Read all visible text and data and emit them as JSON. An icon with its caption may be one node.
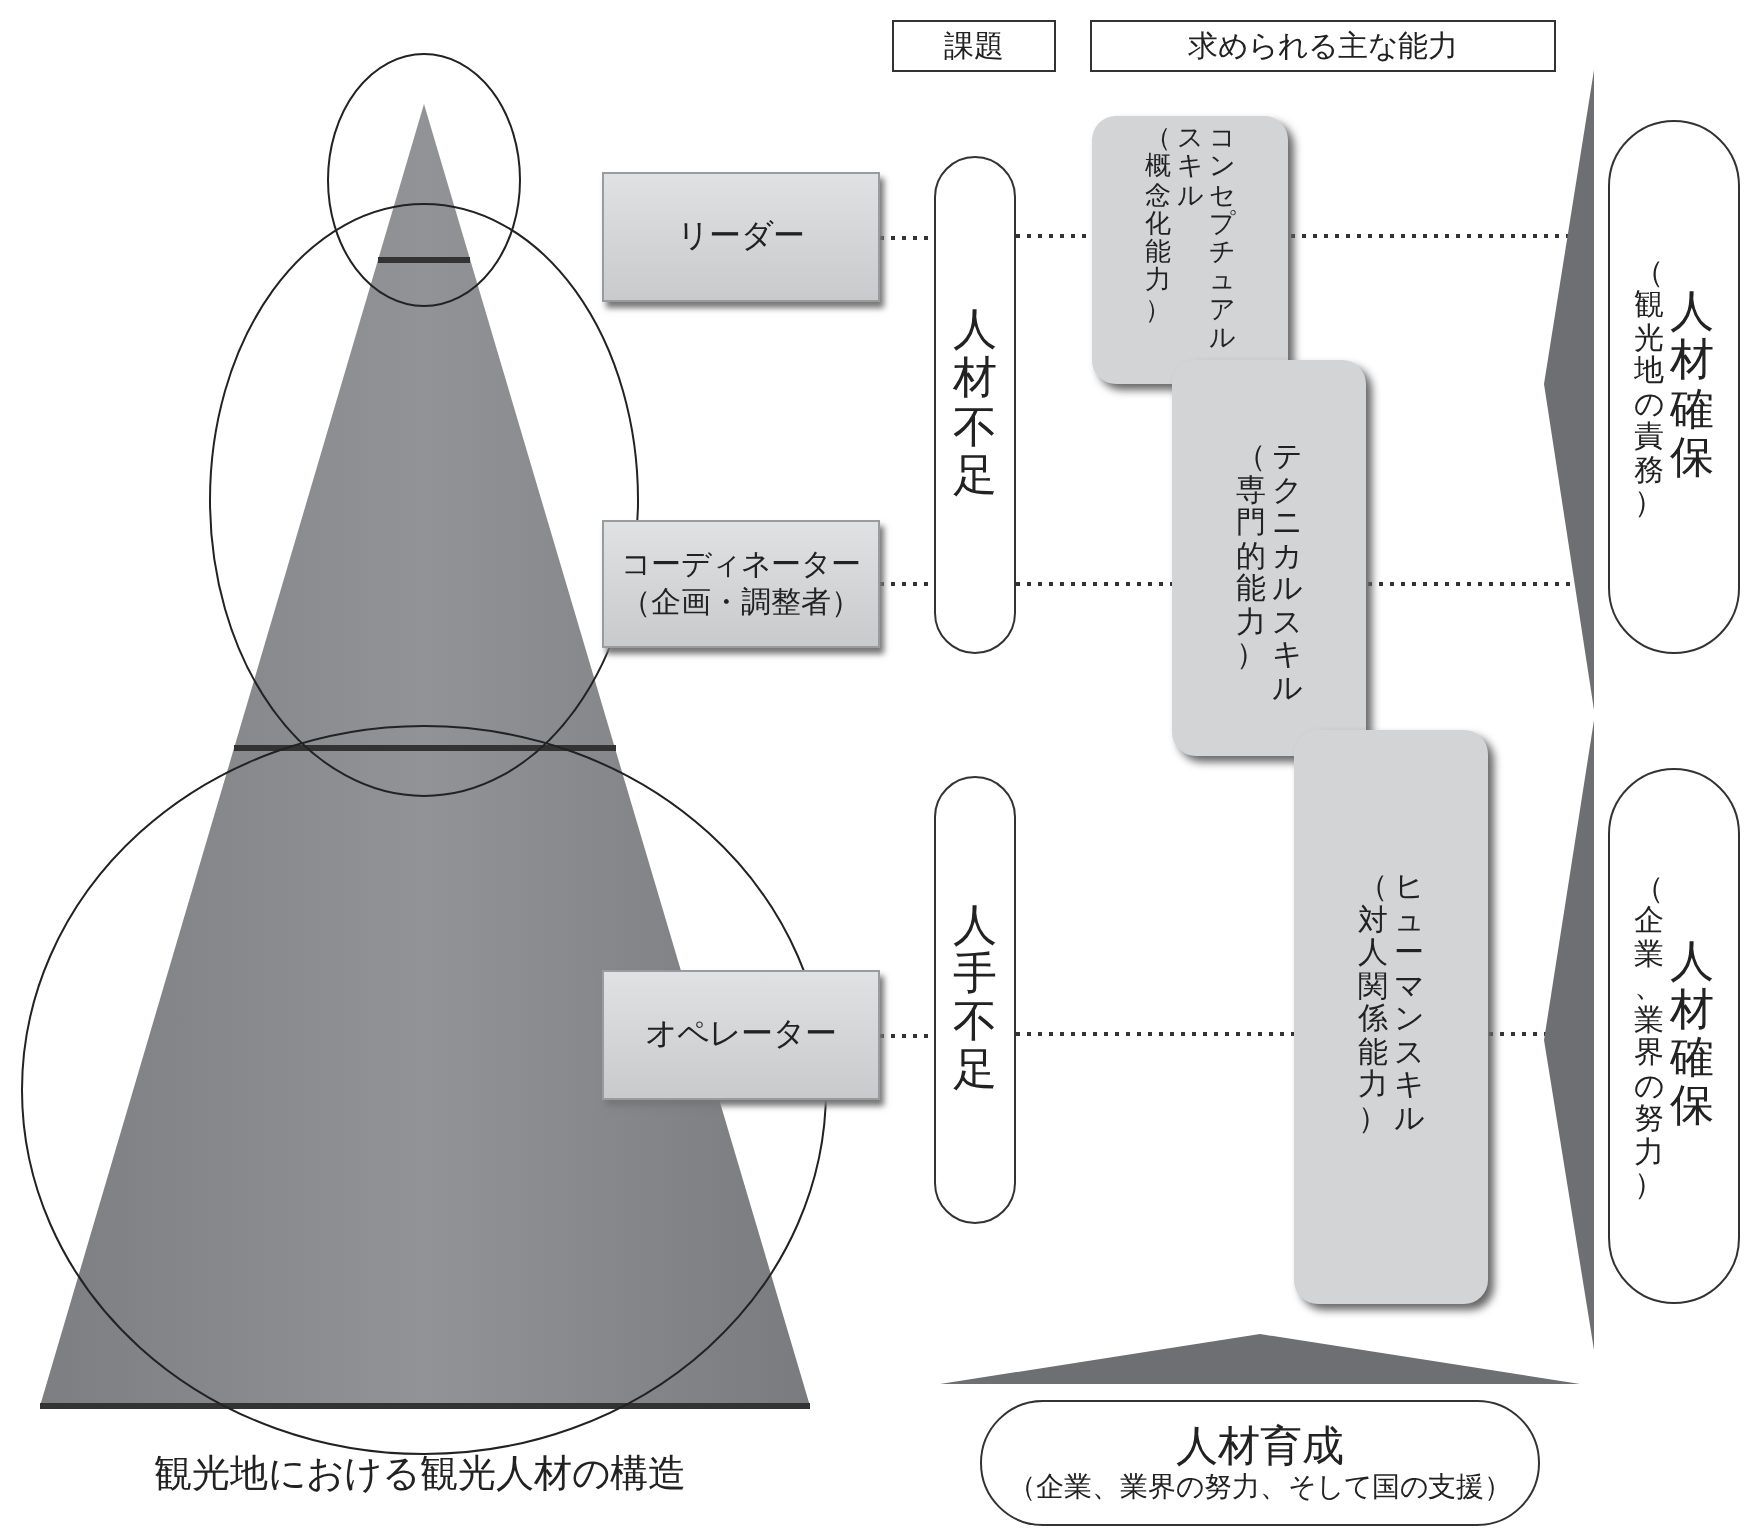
{
  "diagram": {
    "caption": "観光地における観光人材の構造",
    "nodes": [
      {
        "text": [
          "リーダー"
        ]
      },
      {
        "text": [
          "コーディネーター",
          "（企画・調整者）"
        ]
      },
      {
        "text": [
          "オペレーター"
        ]
      },
      {
        "text": [
          "人材不足"
        ]
      },
      {
        "text": [
          "人手不足"
        ]
      },
      {
        "text": [
          "（概念化能力）",
          "スキル",
          "コンセプチュアル"
        ]
      },
      {
        "text": [
          "（専門的能力）",
          "テクニカルスキル"
        ]
      },
      {
        "text": [
          "（対人関係能力）",
          "ヒューマンスキル"
        ]
      },
      {
        "text": [
          "（観光地の責務）",
          "人材確保"
        ]
      },
      {
        "text": [
          "（企業、業界の努力）",
          "人材確保"
        ]
      },
      {
        "text": [
          "人材育成",
          "（企業、業界の努力、そして国の支援）"
        ]
      },
      {
        "text": [
          "課題"
        ]
      },
      {
        "text": [
          "求められる主な能力"
        ]
      }
    ],
    "edges": [
      {
        "from": 0,
        "to": 3,
        "arrow": "none",
        "style": "dashed"
      },
      {
        "from": 3,
        "to": null,
        "arrow": "none",
        "style": "dashed"
      },
      {
        "from": 1,
        "to": 3,
        "arrow": "none",
        "style": "dashed"
      },
      {
        "from": 3,
        "to": null,
        "arrow": "none",
        "style": "dashed"
      },
      {
        "from": 2,
        "to": 4,
        "arrow": "none",
        "style": "dashed"
      },
      {
        "from": 4,
        "to": null,
        "arrow": "none",
        "style": "dashed"
      },
      {
        "from": 8,
        "to": null,
        "arrow": "to",
        "style": "thick",
        "color": "#6e6f73"
      },
      {
        "from": 9,
        "to": null,
        "arrow": "to",
        "style": "thick",
        "color": "#6e6f73"
      },
      {
        "from": 10,
        "to": null,
        "arrow": "to",
        "style": "thick",
        "color": "#6e6f73"
      }
    ]
  }
}
